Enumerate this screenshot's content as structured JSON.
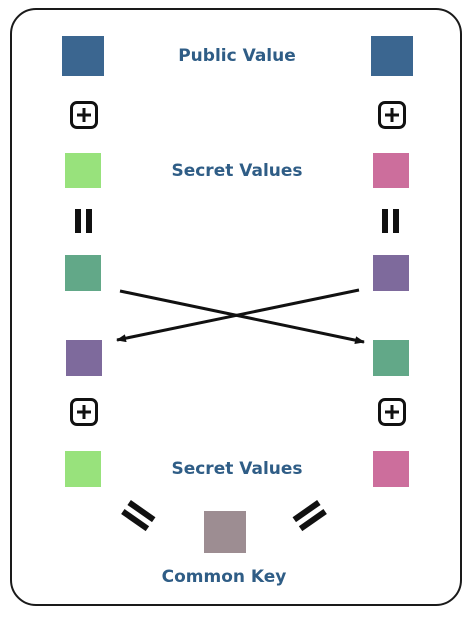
{
  "labels": {
    "public_value": "Public Value",
    "secret_values_top": "Secret Values",
    "secret_values_bottom": "Secret Values",
    "common_key": "Common Key"
  },
  "colors": {
    "label_text": "#2f5d86",
    "public_value": "#3b6690",
    "secret_left": "#98e27c",
    "secret_right": "#cc6e9c",
    "mix_left": "#62a888",
    "mix_right": "#7e6a9c",
    "common_key": "#9d8d92",
    "line": "#111111"
  },
  "icons": {
    "plus": "plus-square-icon",
    "equals": "equals-icon",
    "arrow": "arrow-icon"
  }
}
